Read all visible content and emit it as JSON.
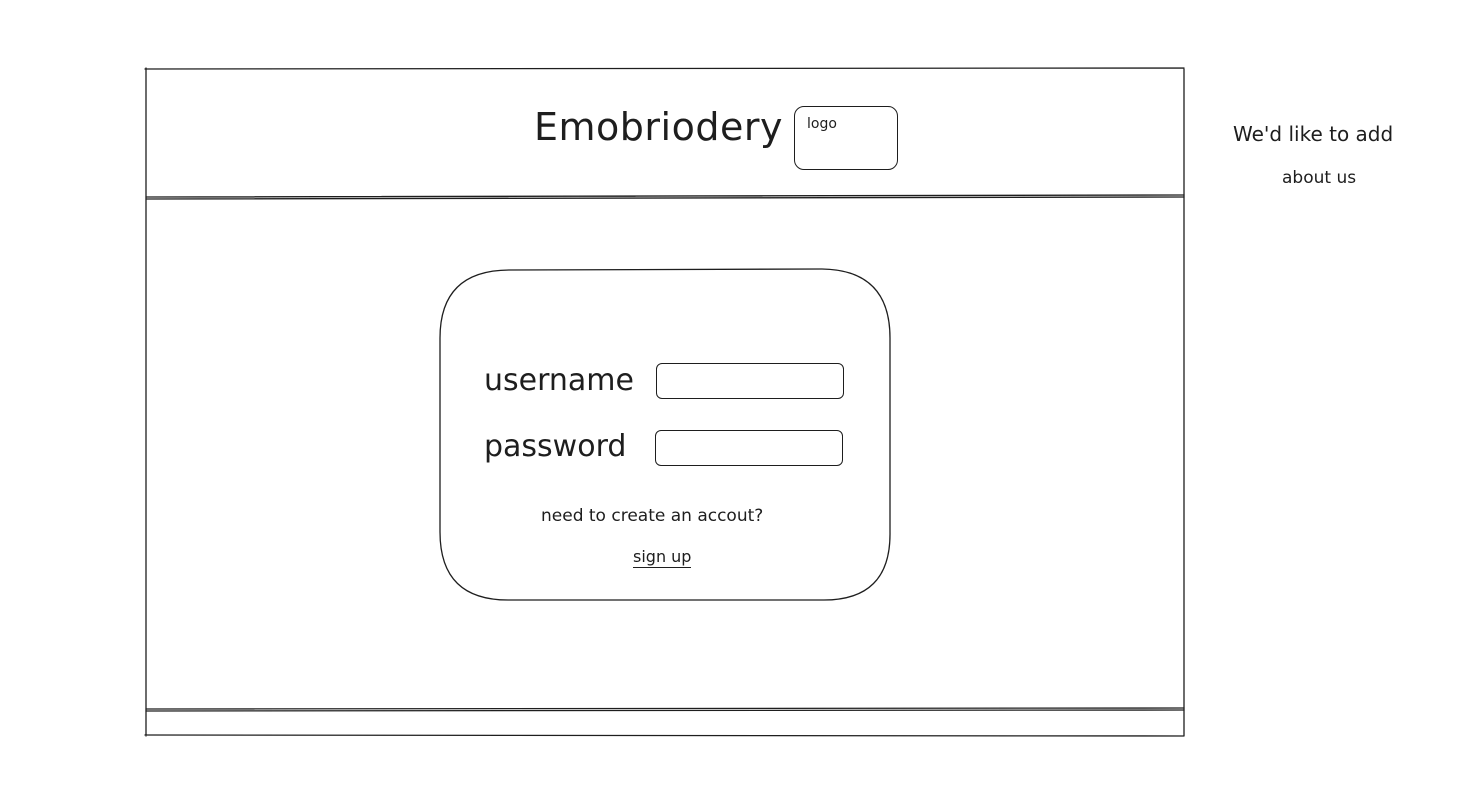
{
  "header": {
    "site_title": "Emobriodery",
    "logo_label": "logo"
  },
  "side_note": {
    "line1": "We'd like to add",
    "line2": "about us"
  },
  "login_form": {
    "username_label": "username",
    "password_label": "password",
    "username_value": "",
    "password_value": "",
    "signup_prompt": "need to create an accout?",
    "signup_link": "sign up"
  }
}
